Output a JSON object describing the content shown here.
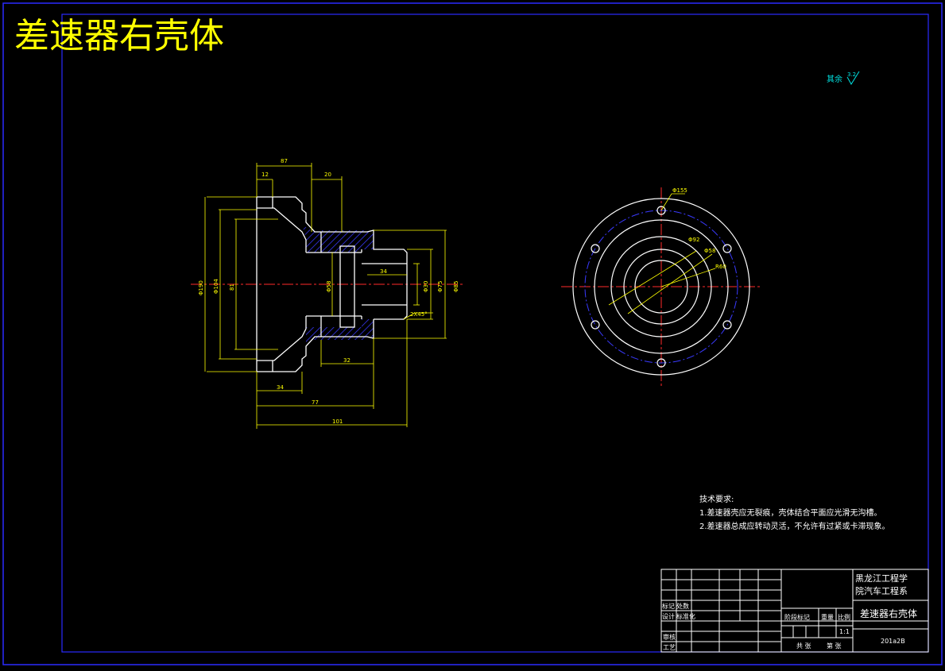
{
  "drawing": {
    "title": "差速器右壳体",
    "roughness_note": "其余",
    "roughness_value": "3.2"
  },
  "section_view": {
    "dims": {
      "d87": "87",
      "d12": "12",
      "d20": "20",
      "d34": "34",
      "d32": "32",
      "d77": "77",
      "d101": "101",
      "dia_outer": "Φ190",
      "dia_bore": "Φ104",
      "dia_inner": "81",
      "dia_58": "Φ58",
      "dia_30": "Φ30",
      "dia_75": "Φ75",
      "dia_85": "Φ85",
      "chamfer": "2X45°"
    }
  },
  "end_view": {
    "dims": {
      "hole": "Φ155",
      "d1": "Φ92",
      "d2": "Φ58",
      "d3": "R60"
    }
  },
  "notes": {
    "heading": "技术要求:",
    "line1": "1.差速器壳应无裂痕，壳体结合平面应光滑无沟槽。",
    "line2": "2.差速器总成应转动灵活，不允许有过紧或卡滞现象。"
  },
  "title_block": {
    "school_line1": "黑龙江工程学",
    "school_line2": "院汽车工程系",
    "part_name": "差速器右壳体",
    "drawing_no": "201a2B",
    "row_mark": "标记",
    "row_count": "处数",
    "row_design": "设计",
    "row_standard": "标准化",
    "row_review": "审核",
    "row_process": "工艺",
    "stage_mark": "阶段标记",
    "weight": "重量",
    "scale_label": "比例",
    "scale_value": "1:1",
    "sheets_total": "共 张",
    "sheet_no": "第 张"
  },
  "colors": {
    "frame": "#2a2aff",
    "outline": "#ffffff",
    "dim": "#ffff00",
    "center": "#ff2a2a",
    "hatch": "#3a3aff",
    "roughness": "#00e5e5"
  }
}
